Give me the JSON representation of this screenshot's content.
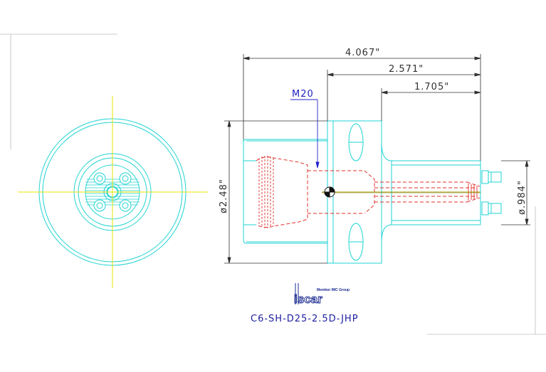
{
  "dimensions": {
    "overall_length": "4.067\"",
    "mid_length": "2.571\"",
    "shank_length": "1.705\"",
    "body_diameter": "ø2.48\"",
    "shank_diameter": "ø.984\""
  },
  "thread_label": "M20",
  "brand": {
    "logo_text": "iscar",
    "member_text": "Member IMC Group"
  },
  "part_number": "C6-SH-D25-2.5D-JHP",
  "colors": {
    "outline": "#22d3d3",
    "hidden": "#e0302a",
    "center_line": "#e6e600",
    "dimension": "#303030",
    "leader": "#2222cc",
    "frame": "#b8b8b8"
  }
}
